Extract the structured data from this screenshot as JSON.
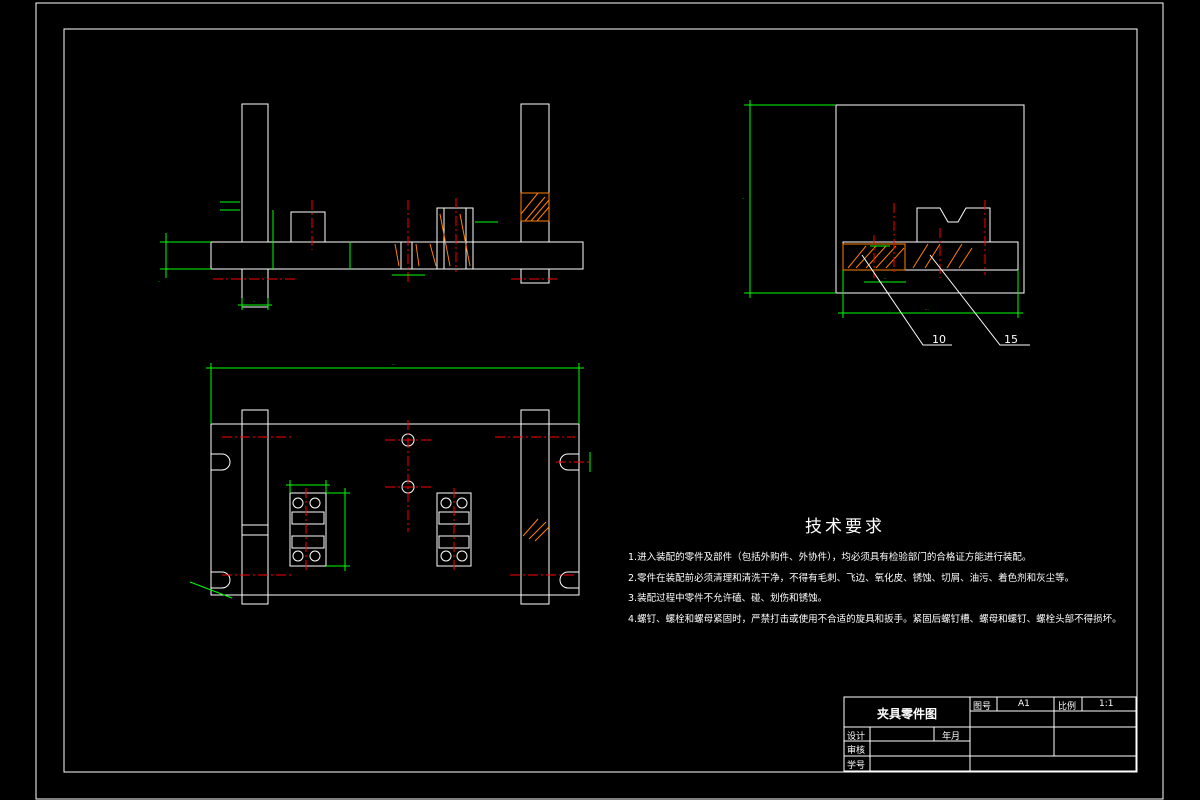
{
  "technical_requirements": {
    "title": "技术要求",
    "items": [
      "1.进入装配的零件及部件（包括外购件、外协件），均必须具有检验部门的合格证方能进行装配。",
      "2.零件在装配前必须清理和清洗干净，不得有毛刺、飞边、氧化皮、锈蚀、切屑、油污、着色剂和灰尘等。",
      "3.装配过程中零件不允许磕、碰、划伤和锈蚀。",
      "4.螺钉、螺栓和螺母紧固时，严禁打击或使用不合适的旋具和扳手。紧固后螺钉槽、螺母和螺钉、螺栓头部不得损坏。"
    ]
  },
  "title_block": {
    "drawing_name": "夹具零件图",
    "drawing_no_label": "图号",
    "drawing_no": "A1",
    "scale_label": "比例",
    "scale": "1:1",
    "design_label": "设计",
    "date_label": "年月",
    "review_label": "审核",
    "student_no_label": "学号"
  },
  "callouts": {
    "part_10": "10",
    "part_15": "15"
  },
  "colors": {
    "background": "#000000",
    "outline": "#ffffff",
    "dimension": "#00ff00",
    "centerline": "#ff0000",
    "hatch": "#ff7f00"
  }
}
